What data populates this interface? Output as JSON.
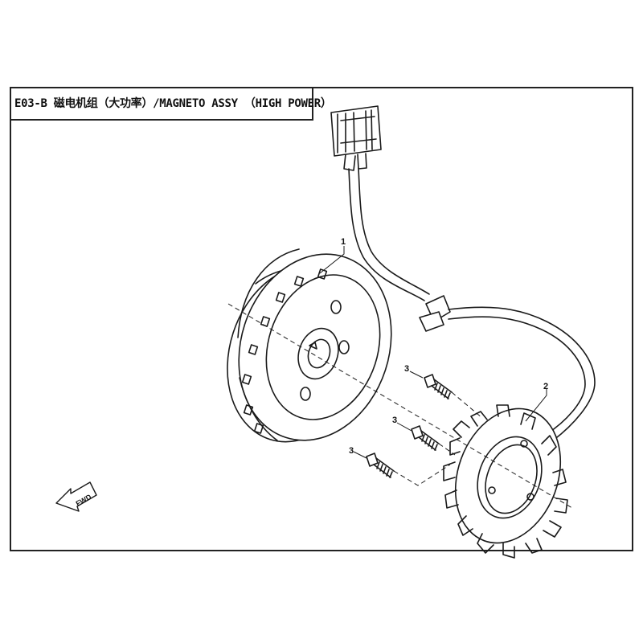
{
  "title": "E03-B 磁电机组（大功率）/MAGNETO ASSY （HIGH POWER）",
  "callouts": {
    "flywheel": "1",
    "stator": "2",
    "bolt_top": "3",
    "bolt_middle": "3",
    "bolt_bottom": "3"
  },
  "fwd_label": "FWD",
  "colors": {
    "line": "#1a1a1a",
    "fill": "#ffffff"
  }
}
